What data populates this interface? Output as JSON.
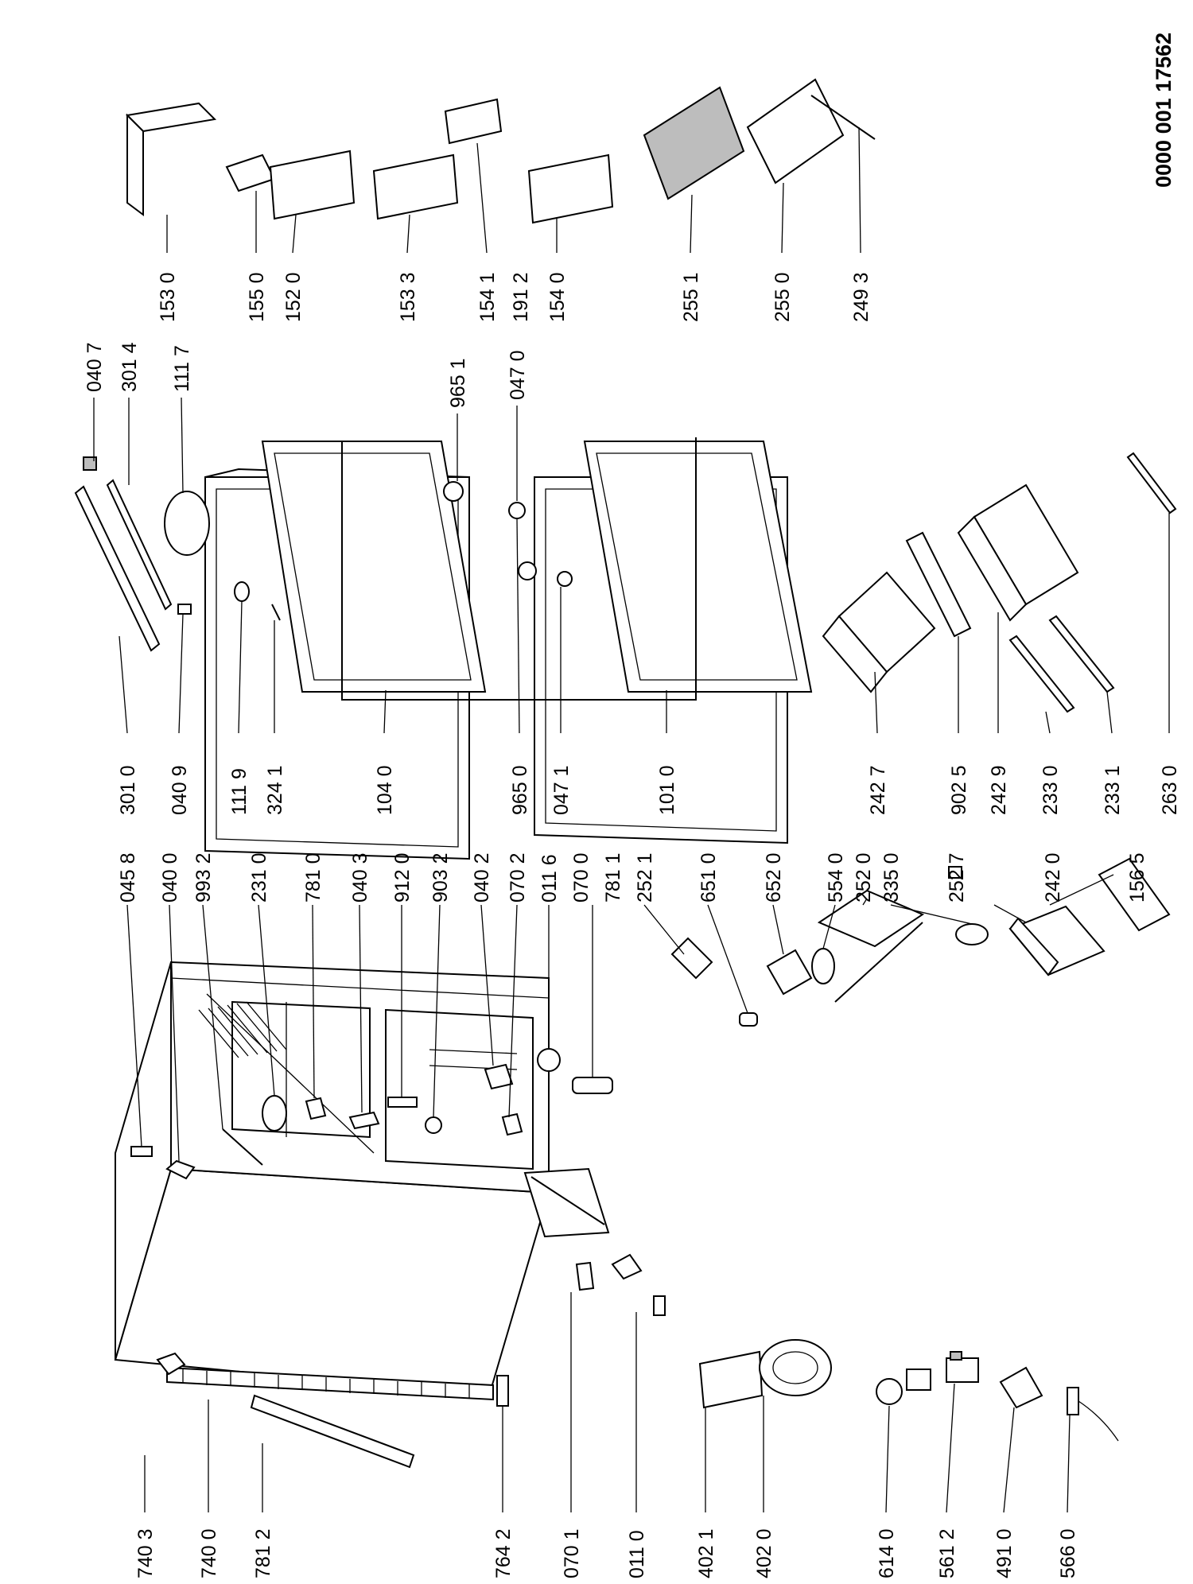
{
  "document": {
    "number": "0000 001 17562"
  },
  "labels": {
    "p7403": "740 3",
    "p7400": "740 0",
    "p7812": "781 2",
    "p7642": "764 2",
    "p0701": "070 1",
    "p0110": "011 0",
    "p4021": "402 1",
    "p4020": "402 0",
    "p6140": "614 0",
    "p5612": "561 2",
    "p4910": "491 0",
    "p5660": "566 0",
    "p0458": "045 8",
    "p0400": "040 0",
    "p9932": "993 2",
    "p2310": "231 0",
    "p7810": "781 0",
    "p0403": "040 3",
    "p9120": "912 0",
    "p9032": "903 2",
    "p0402": "040 2",
    "p0702": "070 2",
    "p0116": "011 6",
    "p0700": "070 0",
    "p7811": "781 1",
    "p2521": "252 1",
    "p6510": "651 0",
    "p6520": "652 0",
    "p5540": "554 0",
    "p2520": "252 0",
    "p3350": "335 0",
    "p2527": "252 7",
    "p2420": "242 0",
    "p1565": "156 5",
    "p3010": "301 0",
    "p0409": "040 9",
    "p1119": "111 9",
    "p3241": "324 1",
    "p1040": "104 0",
    "p9650": "965 0",
    "p0471": "047 1",
    "p1010": "101 0",
    "p2427": "242 7",
    "p9025": "902 5",
    "p2429": "242 9",
    "p2330": "233 0",
    "p2331": "233 1",
    "p2630": "263 0",
    "p0407": "040 7",
    "p3014": "301 4",
    "p1117": "111 7",
    "p9651": "965 1",
    "p0470": "047 0",
    "p1530": "153 0",
    "p1550": "155 0",
    "p1520": "152 0",
    "p1533": "153 3",
    "p1541": "154 1",
    "p1912": "191 2",
    "p1540": "154 0",
    "p2551": "255 1",
    "p2550": "255 0",
    "p2493": "249 3"
  }
}
